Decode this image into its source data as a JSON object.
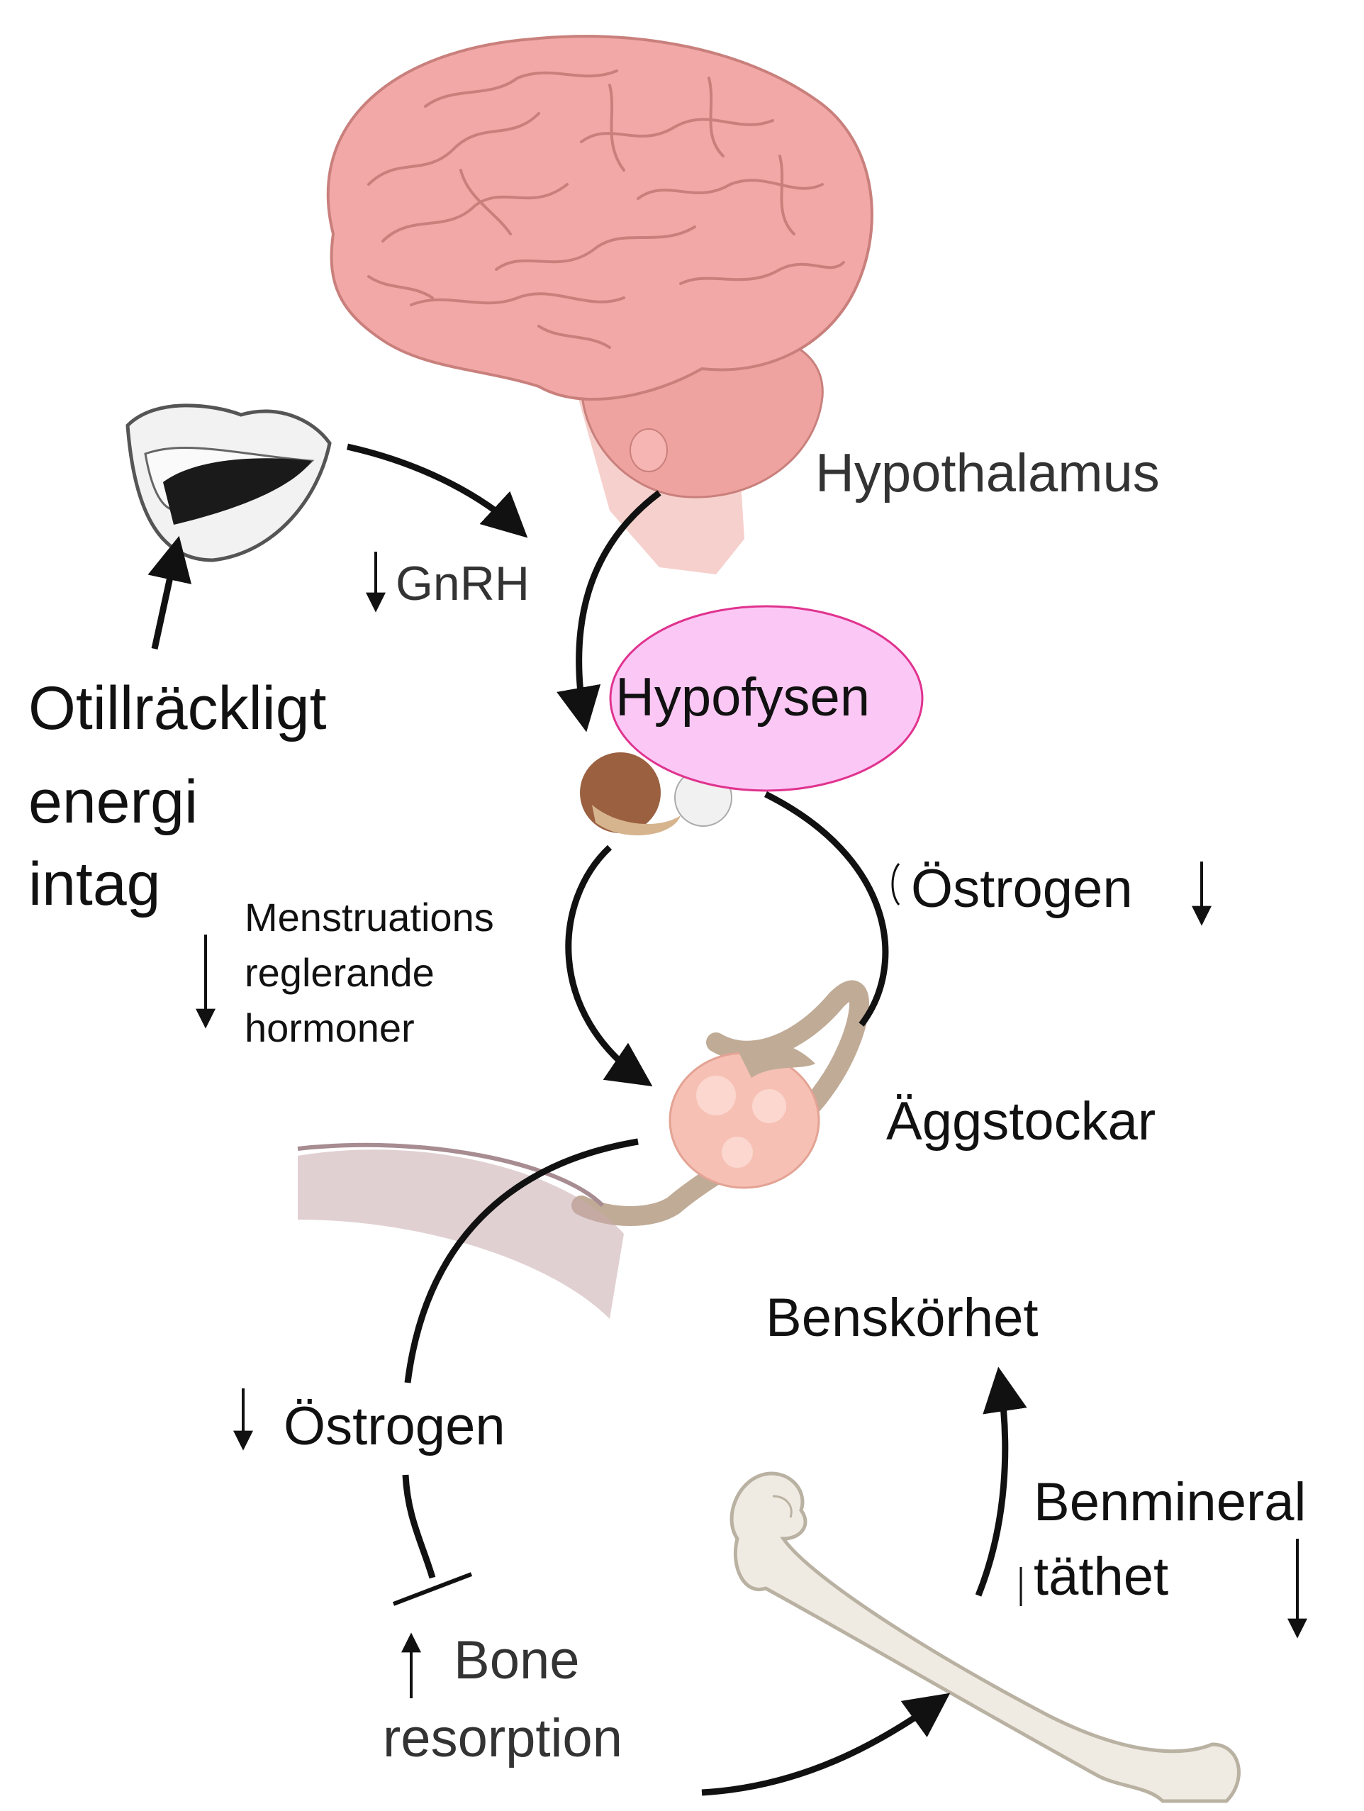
{
  "labels": {
    "hypothalamus": "Hypothalamus",
    "gnrh": "GnRH",
    "hypofysen": "Hypofysen",
    "otillrackligt": "Otillräckligt",
    "energi": "energi",
    "intag": "intag",
    "menstruations": "Menstruations",
    "reglerande": "reglerande",
    "hormoner": "hormoner",
    "ostrogen_right": "Östrogen",
    "aggstockar": "Äggstockar",
    "benskorhet": "Benskörhet",
    "ostrogen_left": "Östrogen",
    "benmineral": "Benmineral",
    "tathet": "täthet",
    "bone": "Bone",
    "resorption": "resorption"
  },
  "colors": {
    "brain": "#f2a8a6",
    "pituitary_bubble": "#fbc8f5",
    "pituitary_border": "#e0338f",
    "ovary": "#f7c0b4",
    "bone": "#f0ebe2"
  }
}
